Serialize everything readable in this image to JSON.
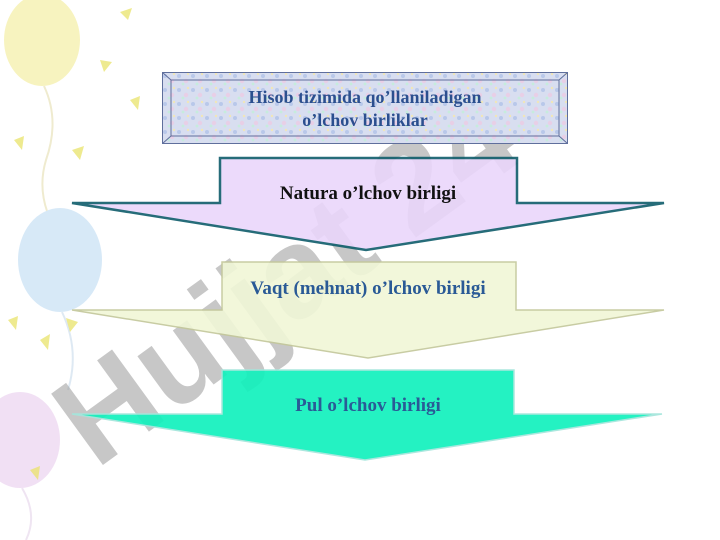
{
  "title_box": {
    "line1": "Hisob tizimida qo’llaniladigan",
    "line2": "o’lchov birliklar"
  },
  "steps": [
    {
      "label": "Natura o’lchov birligi",
      "fill": "#ead6fb",
      "stroke": "#0f5d6b"
    },
    {
      "label": "Vaqt (mehnat) o’lchov birligi",
      "fill": "#f1f7d7",
      "stroke": "#c3c79a"
    },
    {
      "label": "Pul o’lchov birligi",
      "fill": "#12f1bd",
      "stroke": "#a4e6dc"
    }
  ],
  "watermark": {
    "text": "Hujjat 24",
    "color": "#9a9a9a",
    "accent": "#c9a4e4"
  },
  "colors": {
    "title_text": "#2b4f8f",
    "title_border": "#5f6f9c"
  }
}
